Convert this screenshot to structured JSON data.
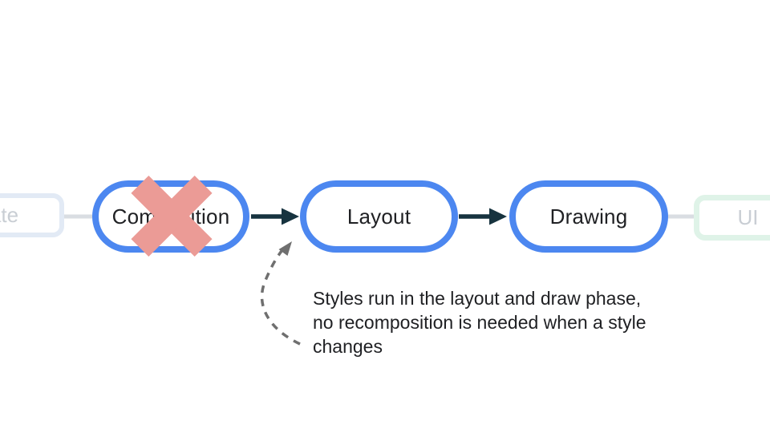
{
  "colors": {
    "background": "#FFFFFF",
    "node_border_blue": "#4C87F0",
    "node_text_dark": "#202124",
    "arrow_dark": "#17333F",
    "cross_red": "#EB9B96",
    "faded_left_border_blue": "#E2EAF5",
    "faded_right_border_green": "#DFF3E8",
    "faded_label_gray": "#C9CED4",
    "connector_gray": "#D9DDE2",
    "dashed_arrow_gray": "#6F6F6F"
  },
  "pipeline": {
    "faded_left_node": {
      "label": "ate"
    },
    "nodes": [
      {
        "id": "composition",
        "label": "Composition",
        "crossed_out": true
      },
      {
        "id": "layout",
        "label": "Layout",
        "crossed_out": false
      },
      {
        "id": "drawing",
        "label": "Drawing",
        "crossed_out": false
      }
    ],
    "faded_right_node": {
      "label": "UI"
    }
  },
  "annotation": {
    "lines": [
      "Styles run in the layout and draw phase,",
      "no recomposition is needed when a style",
      "changes"
    ],
    "full_text": "Styles run in the layout and draw phase, no recomposition is needed when a style changes"
  }
}
